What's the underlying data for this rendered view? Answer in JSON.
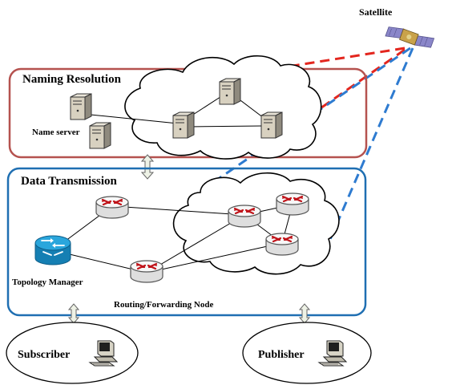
{
  "labels": {
    "satellite": "Satellite",
    "naming_resolution": "Naming Resolution",
    "name_server": "Name server",
    "data_transmission": "Data Transmission",
    "topology_manager": "Topology Manager",
    "routing_forwarding_node": "Routing/Forwarding Node",
    "subscriber": "Subscriber",
    "publisher": "Publisher"
  },
  "colors": {
    "naming_box": "#b5524f",
    "data_box": "#1f6fb2",
    "satellite_link_red": "#e3261e",
    "satellite_link_blue": "#2e7bd0",
    "router_arrow": "#c0141a",
    "topology_manager": "#1b8ec4"
  },
  "icons": {
    "satellite": "satellite-icon",
    "server": "server-icon",
    "router": "router-icon",
    "topology_manager": "switch-icon",
    "computer": "computer-icon"
  }
}
